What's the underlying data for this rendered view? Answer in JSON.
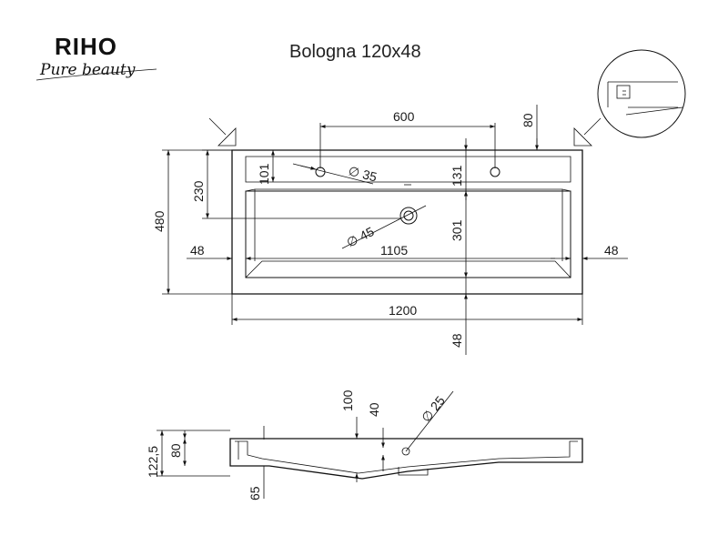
{
  "brand": {
    "name": "RIHO",
    "tagline": "Pure beauty"
  },
  "title": "Bologna 120x48",
  "top_view": {
    "dims": {
      "tap_spacing": "600",
      "tap_height": "80",
      "edge_to_tap": "101",
      "tap_hole": "∅ 35",
      "tap_to_bowl": "131",
      "top_to_drain": "230",
      "drain_hole": "∅ 45",
      "total_depth": "480",
      "bowl_depth": "301",
      "left_rim": "48",
      "right_rim": "48",
      "bowl_width": "1105",
      "total_width": "1200",
      "front_rim": "48"
    }
  },
  "side_view": {
    "dims": {
      "total_height": "122,5",
      "rim_height": "80",
      "bottom_offset": "65",
      "drain_depth": "100",
      "drain_step": "40",
      "overflow_hole": "∅ 25"
    }
  }
}
